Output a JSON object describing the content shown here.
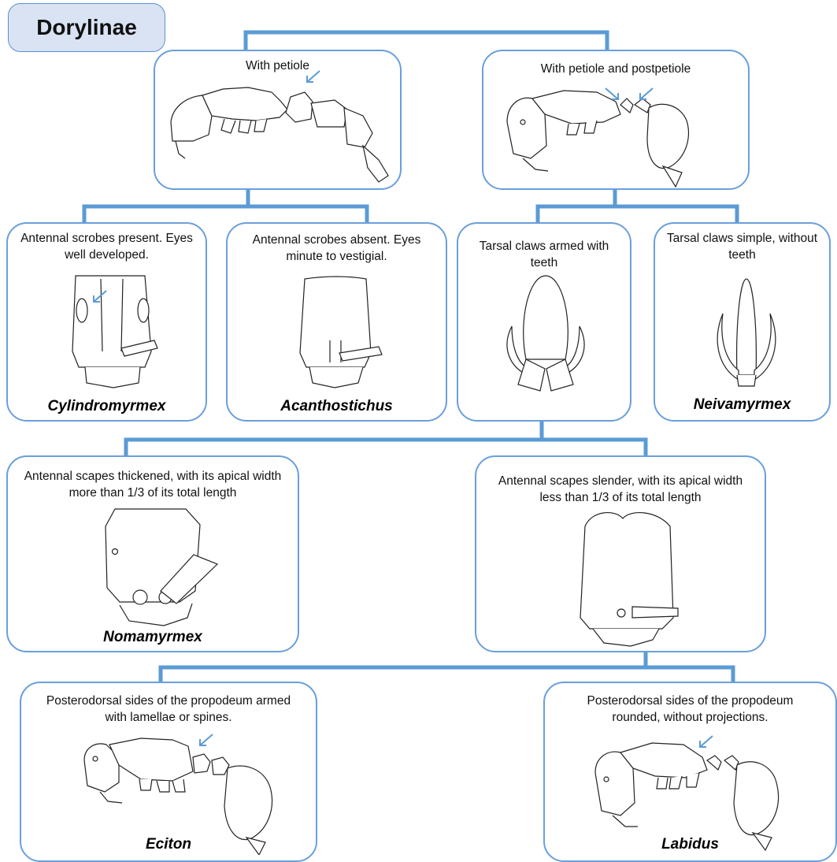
{
  "title": "Dorylinae",
  "colors": {
    "connector": "#5b9bd5",
    "box_border": "#6a9fdc",
    "title_fill": "#dae3f3",
    "arrow": "#5b9bd5"
  },
  "nodes": {
    "petiole": {
      "caption": "With petiole",
      "illustration": "ant-lateral-petiole"
    },
    "postpetiole": {
      "caption": "With petiole and postpetiole",
      "illustration": "ant-lateral-postpetiole"
    },
    "scrobes_present": {
      "caption": "Antennal scrobes present. Eyes well developed.",
      "taxon": "Cylindromyrmex",
      "illustration": "head-frontal"
    },
    "scrobes_absent": {
      "caption": "Antennal scrobes absent. Eyes minute to vestigial.",
      "taxon": "Acanthostichus",
      "illustration": "head-frontal"
    },
    "claws_teeth": {
      "caption": "Tarsal claws armed with teeth",
      "illustration": "tarsal-claw-toothed"
    },
    "claws_simple": {
      "caption": "Tarsal claws simple, without teeth",
      "taxon": "Neivamyrmex",
      "illustration": "tarsal-claw-simple"
    },
    "scapes_thick": {
      "caption": "Antennal scapes thickened, with its apical width more than 1/3 of its total length",
      "taxon": "Nomamyrmex",
      "illustration": "head-frontal"
    },
    "scapes_slender": {
      "caption": "Antennal scapes slender, with its apical width less than 1/3 of its total length",
      "illustration": "head-frontal"
    },
    "propodeum_spines": {
      "caption": "Posterodorsal sides of the propodeum armed with lamellae or spines.",
      "taxon": "Eciton",
      "illustration": "ant-lateral"
    },
    "propodeum_rounded": {
      "caption": "Posterodorsal sides of the propodeum rounded, without projections.",
      "taxon": "Labidus",
      "illustration": "ant-lateral"
    }
  }
}
